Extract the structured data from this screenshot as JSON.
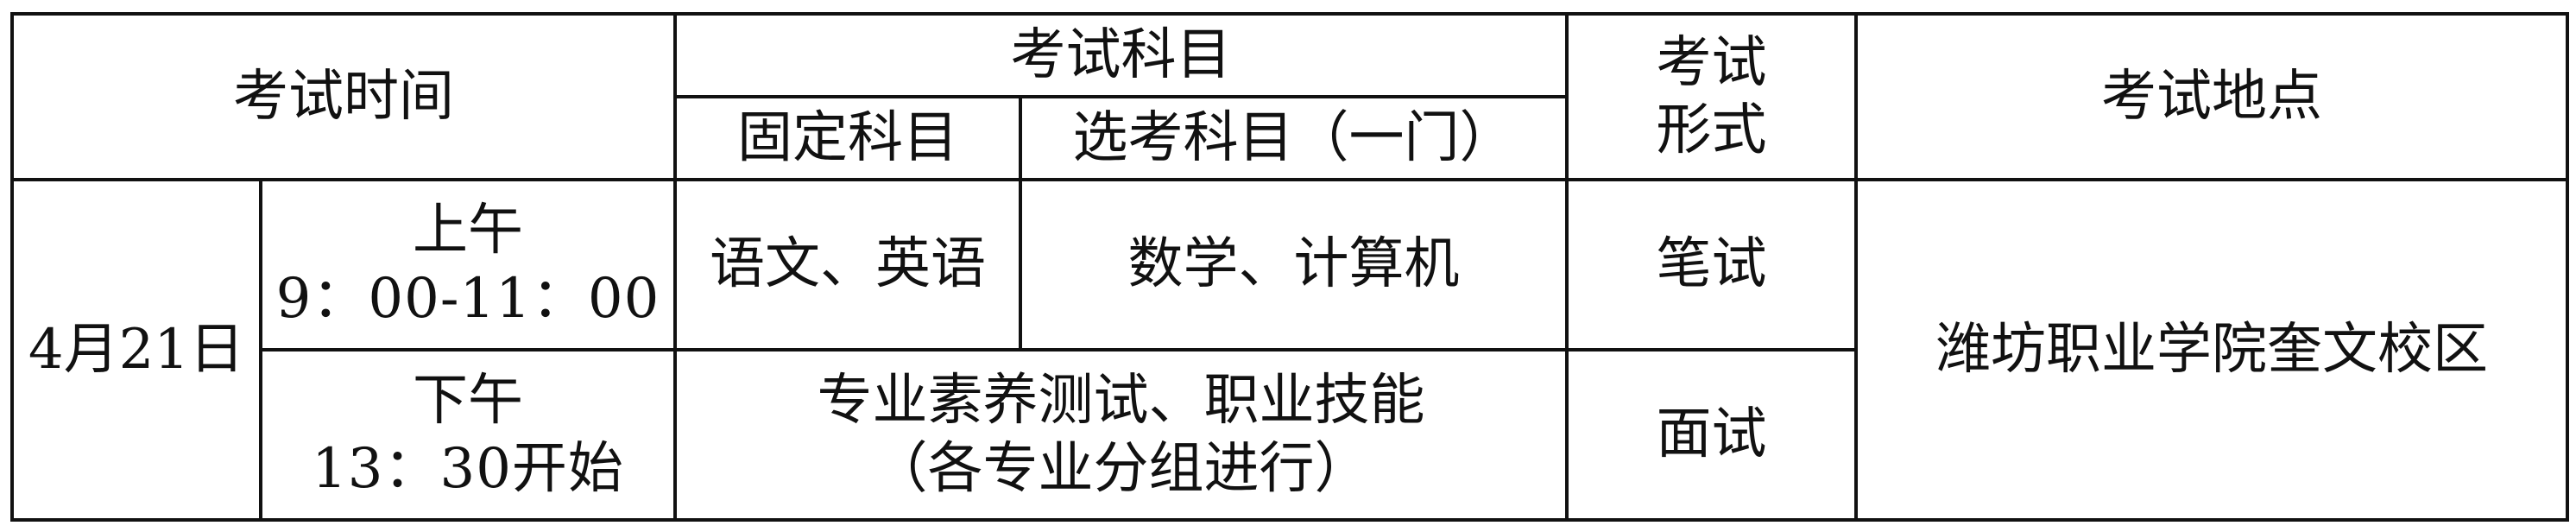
{
  "header": {
    "exam_time": "考试时间",
    "exam_subjects": "考试科目",
    "fixed_subjects": "固定科目",
    "elective_subjects": "选考科目（一门）",
    "exam_form_line1": "考试",
    "exam_form_line2": "形式",
    "exam_location": "考试地点"
  },
  "rows": [
    {
      "date": "4月21日",
      "session": "上午",
      "time": "9：00-11：00",
      "fixed": "语文、英语",
      "elective": "数学、计算机",
      "form": "笔试"
    },
    {
      "session": "下午",
      "time": "13：30开始",
      "subject_line1": "专业素养测试、职业技能",
      "subject_line2": "（各专业分组进行）",
      "form": "面试"
    }
  ],
  "location": "潍坊职业学院奎文校区"
}
